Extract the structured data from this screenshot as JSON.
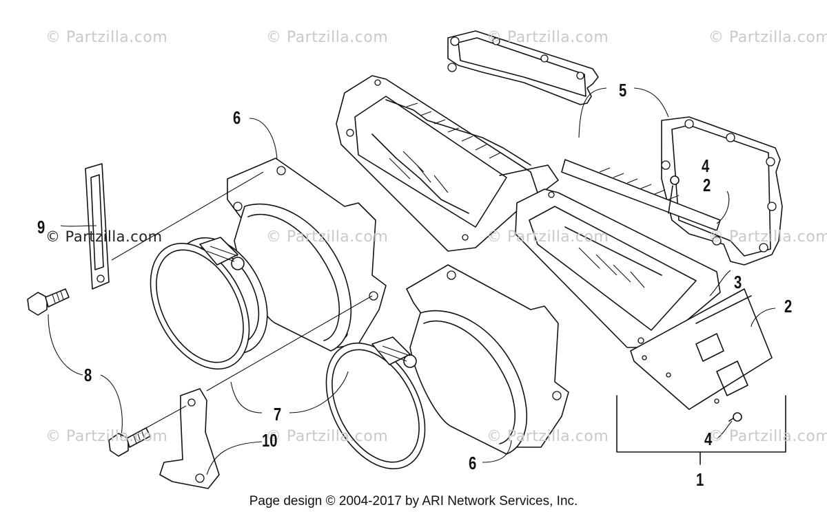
{
  "watermarks": {
    "w1": "© Partzilla.com",
    "w2": "© Partzilla.com",
    "w3": "© Partzilla.com",
    "w4": "© Partzilla.com",
    "w5": "© Partzilla.com",
    "w6": "© Partzilla.com",
    "w7": "© Partzilla.com",
    "w8": "© Partzilla.com",
    "w9": "© Partzilla.com",
    "w10": "© Partzilla.com",
    "w11": "© Partzilla.com",
    "w12": "© Partzilla.com"
  },
  "callouts": {
    "c1": "1",
    "c2a": "2",
    "c2b": "2",
    "c3": "3",
    "c4a": "4",
    "c4b": "4",
    "c5": "5",
    "c6a": "6",
    "c6b": "6",
    "c7": "7",
    "c8": "8",
    "c9": "9",
    "c10": "10"
  },
  "footer": "Page design © 2004-2017 by ARI Network Services, Inc."
}
